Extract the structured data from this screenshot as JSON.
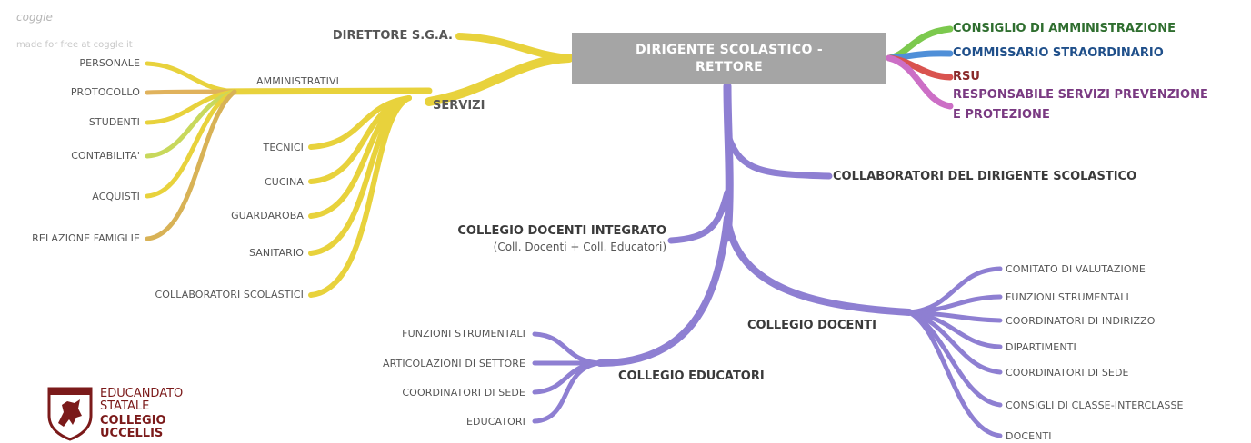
{
  "watermark": {
    "brand": "coggle",
    "tagline": "made for free at coggle.it"
  },
  "root": {
    "line1": "DIRIGENTE SCOLASTICO -",
    "line2": "RETTORE"
  },
  "colors": {
    "root_fill": "#a5a5a5",
    "yellow_branch": "#e8d23c",
    "purple_branch": "#8e7fd2",
    "green_branch": "#7cc94e",
    "blue_branch": "#4f8fd8",
    "red_branch": "#d9534f",
    "pink_branch": "#cc6fc6"
  },
  "right_top": {
    "consiglio": "CONSIGLIO DI AMMINISTRAZIONE",
    "commissario": "COMMISSARIO STRAORDINARIO",
    "rsu": "RSU",
    "rspp_1": "RESPONSABILE SERVIZI PREVENZIONE",
    "rspp_2": "E PROTEZIONE"
  },
  "left": {
    "direttore": "DIRETTORE S.G.A.",
    "servizi": "SERVIZI",
    "amministrativi": "AMMINISTRATIVI",
    "amm_items": [
      "PERSONALE",
      "PROTOCOLLO",
      "STUDENTI",
      "CONTABILITA'",
      "ACQUISTI",
      "RELAZIONE FAMIGLIE"
    ],
    "servizi_items": [
      "TECNICI",
      "CUCINA",
      "GUARDAROBA",
      "SANITARIO",
      "COLLABORATORI SCOLASTICI"
    ]
  },
  "center": {
    "collaboratori": "COLLABORATORI DEL DIRIGENTE SCOLASTICO",
    "collegio_integrato": "COLLEGIO DOCENTI INTEGRATO",
    "collegio_integrato_sub": "(Coll. Docenti + Coll. Educatori)",
    "collegio_docenti": "COLLEGIO DOCENTI",
    "collegio_educatori": "COLLEGIO EDUCATORI",
    "educatori_items": [
      "FUNZIONI STRUMENTALI",
      "ARTICOLAZIONI DI SETTORE",
      "COORDINATORI DI SEDE",
      "EDUCATORI"
    ],
    "docenti_items": [
      "COMITATO DI VALUTAZIONE",
      "FUNZIONI STRUMENTALI",
      "COORDINATORI DI INDIRIZZO",
      "DIPARTIMENTI",
      "COORDINATORI DI SEDE",
      "CONSIGLI DI CLASSE-INTERCLASSE",
      "DOCENTI"
    ]
  },
  "logo": {
    "line1": "EDUCANDATO",
    "line2": "STATALE",
    "line3": "COLLEGIO",
    "line4": "UCCELLIS"
  }
}
